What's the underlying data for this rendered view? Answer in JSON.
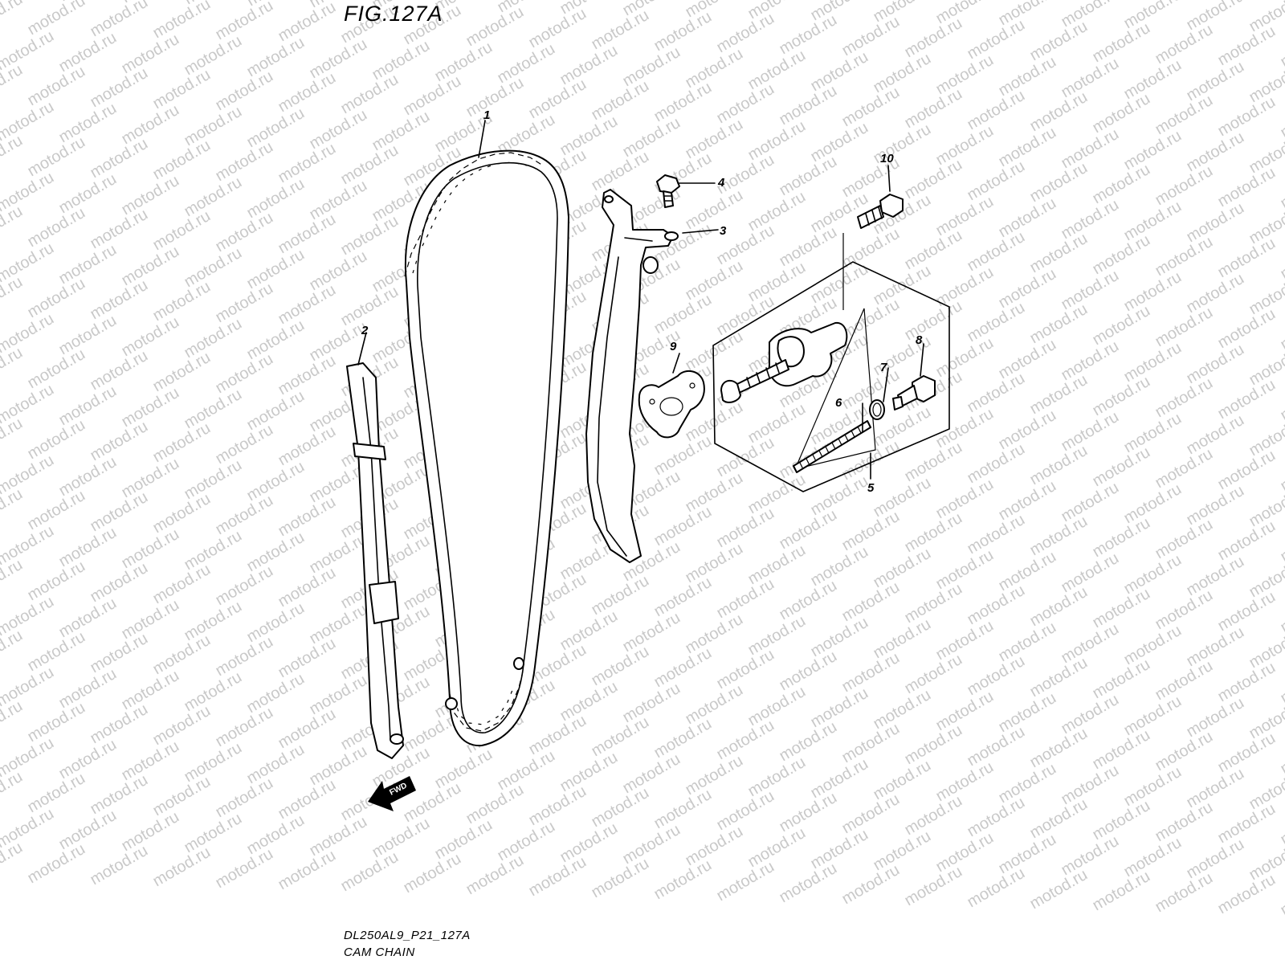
{
  "figure": {
    "title": "FIG.127A",
    "code": "DL250AL9_P21_127A",
    "name": "CAM CHAIN"
  },
  "fwd_label": "FWD",
  "watermark": "motod.ru",
  "callouts": {
    "c1": "1",
    "c2": "2",
    "c3": "3",
    "c4": "4",
    "c5": "5",
    "c6": "6",
    "c7": "7",
    "c8": "8",
    "c9": "9",
    "c10": "10"
  },
  "colors": {
    "ink": "#000000",
    "watermark": "#c9c9c9",
    "background": "#ffffff"
  }
}
